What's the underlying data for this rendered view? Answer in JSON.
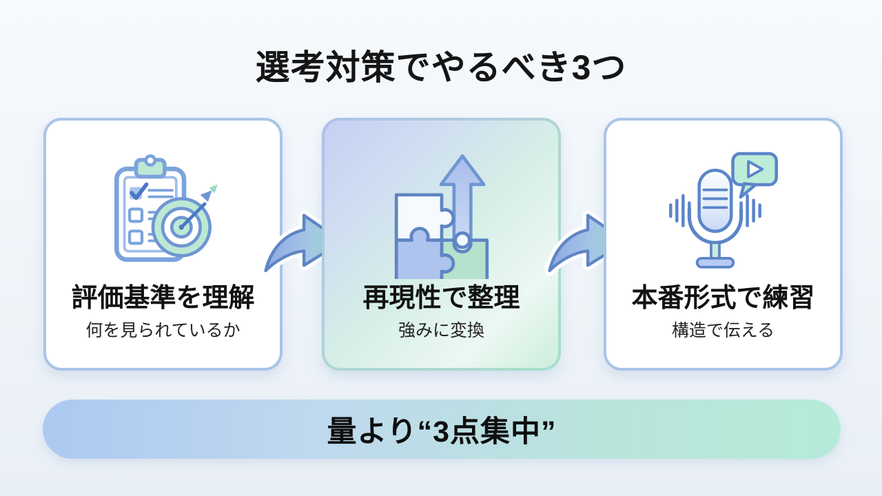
{
  "title": "選考対策でやるべき3つ",
  "steps": [
    {
      "title": "評価基準を理解",
      "subtitle": "何を見られているか",
      "icon": "clipboard-checklist-target-icon"
    },
    {
      "title": "再現性で整理",
      "subtitle": "強みに変換",
      "icon": "puzzle-growth-arrow-icon"
    },
    {
      "title": "本番形式で練習",
      "subtitle": "構造で伝える",
      "icon": "microphone-speech-bubble-icon"
    }
  ],
  "connectors": [
    {
      "icon": "curved-right-arrow-icon"
    },
    {
      "icon": "curved-right-arrow-icon"
    }
  ],
  "banner": {
    "text": "量より“3点集中”"
  },
  "colors": {
    "background": "#F2F6FB",
    "card_background": "#FFFFFF",
    "card_border": "#A9C4E8",
    "accent_blue": "#6E96D2",
    "stroke_blue": "#5F85C4",
    "fill_light_blue": "#AEC8F0",
    "fill_mint": "#BCE9D5",
    "banner_gradient_start": "#ADC9F1",
    "banner_gradient_end": "#B5EBD9",
    "text": "#151515"
  }
}
